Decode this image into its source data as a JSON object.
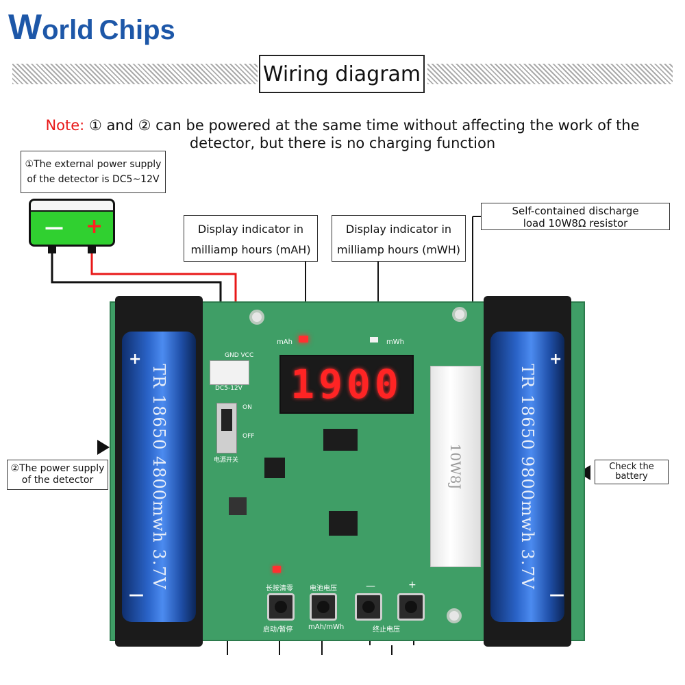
{
  "logo": {
    "text_w": "W",
    "text_orld": "orld",
    "text_chips": "Chips",
    "brand_color": "#1d57a8"
  },
  "title": "Wiring diagram",
  "note": {
    "label": "Note:",
    "text": "① and ② can be powered at the same time without affecting the work of the detector, but there is no charging function"
  },
  "labels": {
    "external_supply": {
      "line1": "①The external power supply",
      "line2": "of the detector is DC5~12V"
    },
    "mah": {
      "line1": "Display indicator in",
      "line2": "milliamp hours (mAH)"
    },
    "mwh": {
      "line1": "Display indicator in",
      "line2": "milliamp hours (mWH)"
    },
    "load": {
      "line1": "Self-contained discharge",
      "line2": "load 10W8Ω resistor"
    },
    "power_supply": {
      "line1": "②The power supply",
      "line2": "of the detector"
    },
    "check": {
      "line1": "Check the",
      "line2": "battery"
    }
  },
  "external_battery": {
    "minus": "—",
    "plus": "+"
  },
  "board": {
    "display_value": "1900",
    "left_cell": "TR 18650 4800mwh 3.7V",
    "right_cell": "TR 18650 9800mwh 3.7V",
    "cell_plus": "+",
    "cell_minus": "—",
    "resistor_text": "10W8J",
    "silk_mah": "mAh",
    "silk_mwh": "mWh",
    "silk_dc": "DC5-12V",
    "silk_gnd_vcc": "GND VCC",
    "silk_on": "ON",
    "silk_off": "OFF",
    "silk_power_switch": "电源开关",
    "btn_labels_top": [
      "长按清零",
      "电池电压",
      "—",
      "+"
    ],
    "btn_labels_bottom": [
      "启动/暂停",
      "mAh/mWh",
      "终止电压"
    ]
  },
  "colors": {
    "pcb": "#3f9e66",
    "wire_red": "#e81818",
    "wire_black": "#111111",
    "display_red": "#ff2424",
    "note_red": "#e81818"
  }
}
